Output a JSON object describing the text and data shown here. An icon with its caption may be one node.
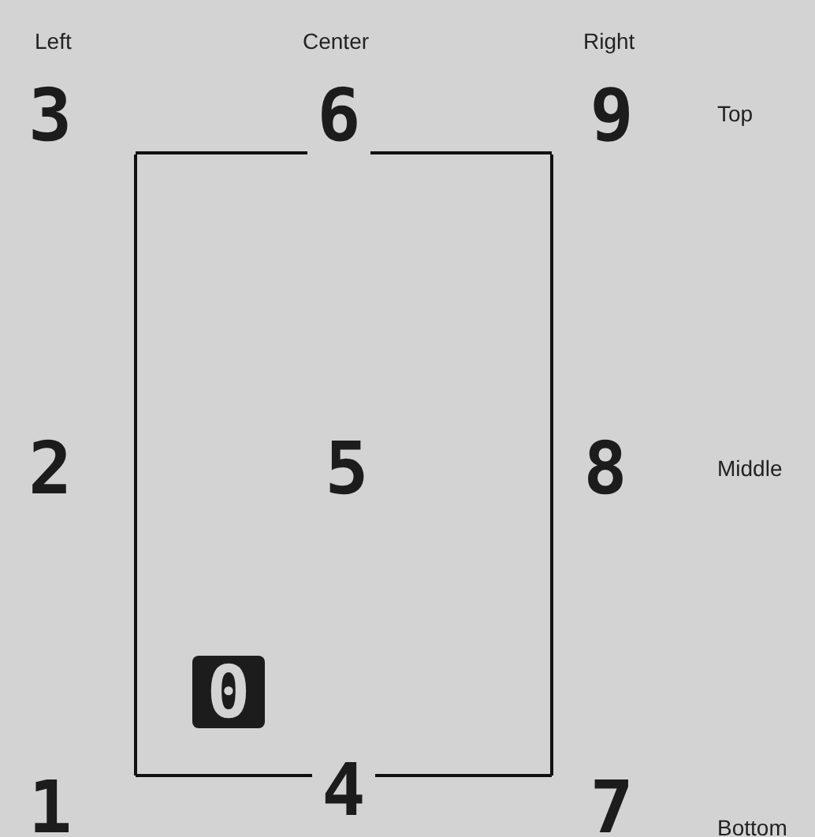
{
  "diagram": {
    "nodes": [
      {
        "text": [
          "3"
        ]
      },
      {
        "text": [
          "6"
        ]
      },
      {
        "text": [
          "9"
        ]
      },
      {
        "text": [
          "2"
        ]
      },
      {
        "text": [
          "5"
        ]
      },
      {
        "text": [
          "8"
        ]
      },
      {
        "text": [
          "0"
        ]
      },
      {
        "text": [
          "1"
        ]
      },
      {
        "text": [
          "4"
        ]
      },
      {
        "text": [
          "7"
        ]
      }
    ],
    "edges": [
      {
        "from": 0,
        "to": 1,
        "arrow": "none"
      },
      {
        "from": 1,
        "to": 2,
        "arrow": "none"
      },
      {
        "from": 2,
        "to": 9,
        "arrow": "none"
      },
      {
        "from": 9,
        "to": 8,
        "arrow": "none"
      },
      {
        "from": 8,
        "to": 7,
        "arrow": "none"
      },
      {
        "from": 7,
        "to": 0,
        "arrow": "none"
      }
    ],
    "labels": [
      "Left",
      "Center",
      "Right",
      "Top",
      "Middle",
      "Bottom"
    ]
  }
}
